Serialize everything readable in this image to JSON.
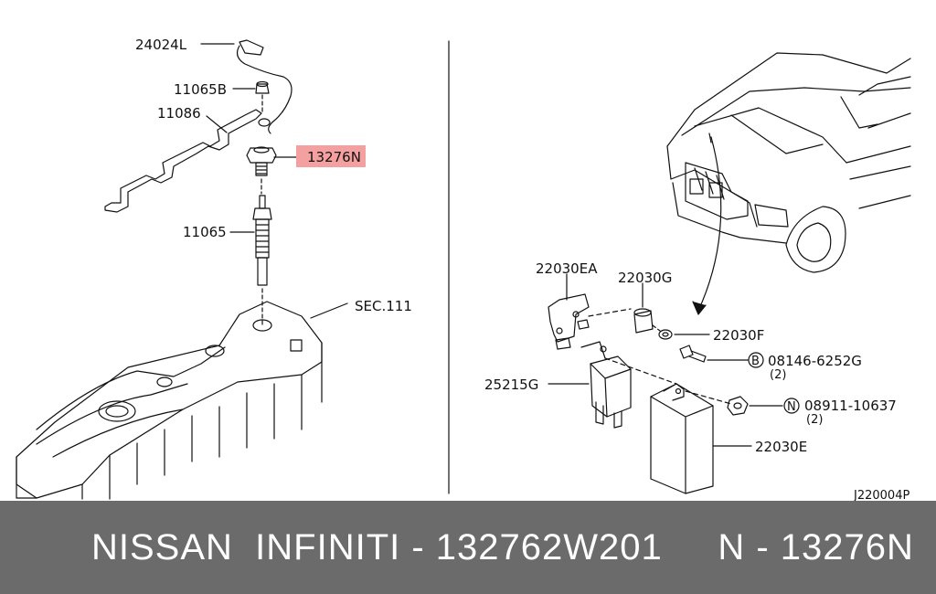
{
  "diagram": {
    "left_labels": {
      "p24024L": "24024L",
      "p11065B": "11065B",
      "p11086": "11086",
      "p13276N": "13276N",
      "p11065": "11065",
      "sec111": "SEC.111"
    },
    "right_labels": {
      "p22030EA": "22030EA",
      "p22030G": "22030G",
      "p22030F": "22030F",
      "p08146": "08146-6252G",
      "p08146_circle": "B",
      "p08146_qty": "(2)",
      "p25215G": "25215G",
      "p08911": "08911-10637",
      "p08911_circle": "N",
      "p08911_qty": "(2)",
      "p22030E": "22030E",
      "ref_code": "J220004P"
    },
    "highlight_color": "#f4a0a0"
  },
  "banner": {
    "text": "NISSAN  INFINITI - 132762W201     N - 13276N",
    "background": "#6b6b6b",
    "color": "#ffffff"
  }
}
